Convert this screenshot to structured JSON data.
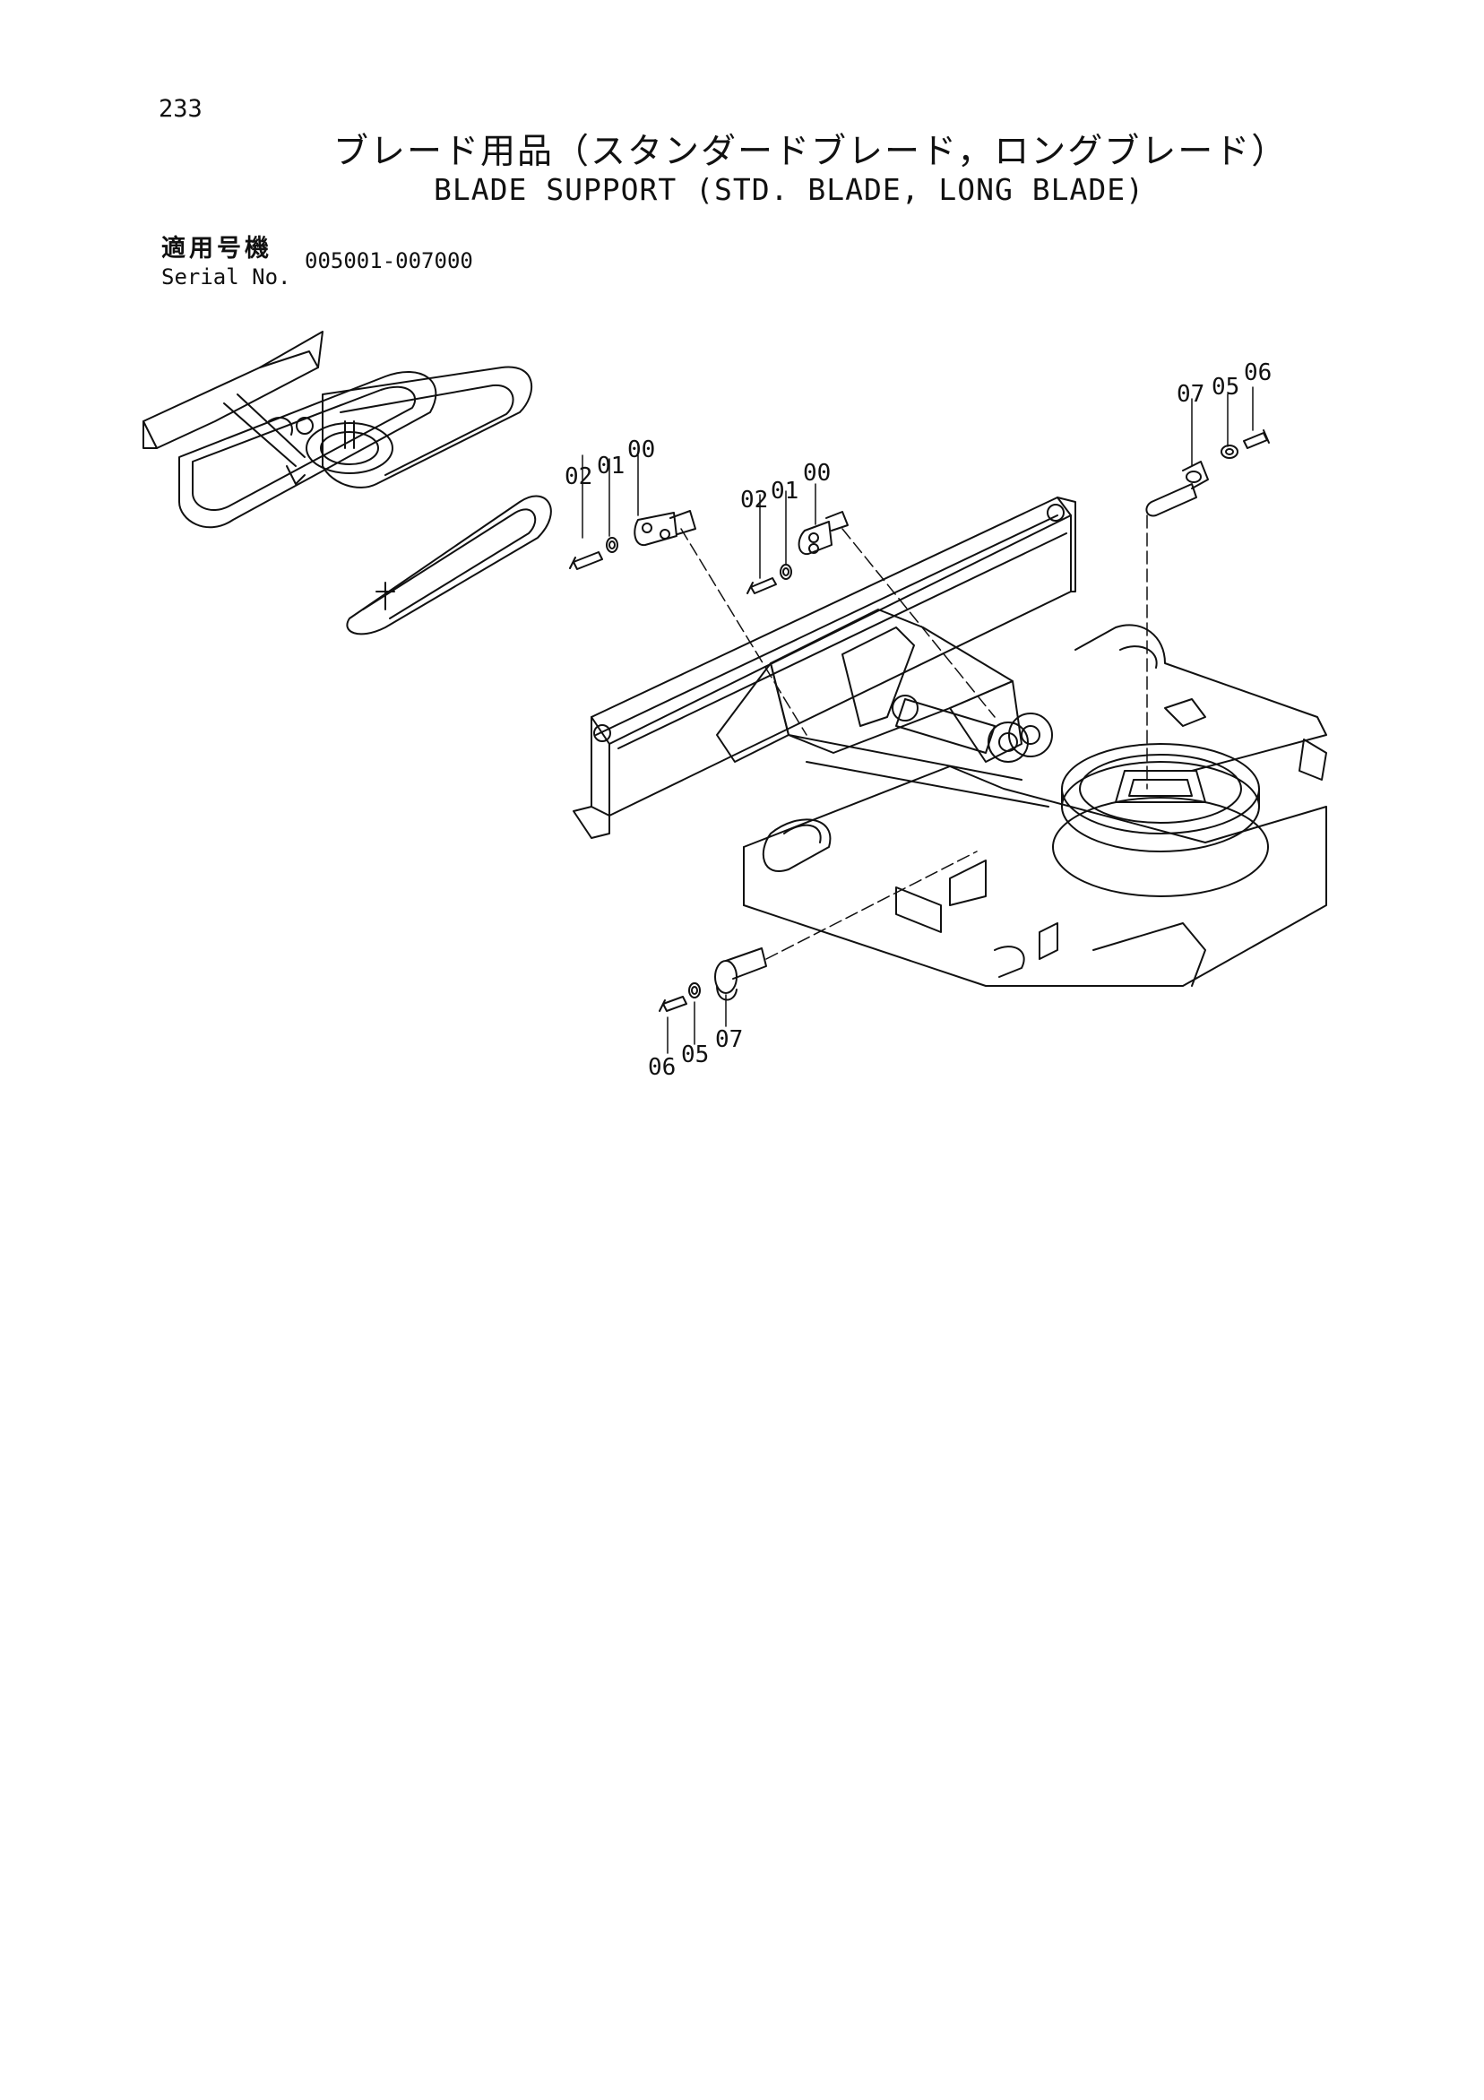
{
  "page_number": "233",
  "title_jp": "ブレード用品（スタンダードブレード，ロングブレード）",
  "title_en": "BLADE SUPPORT (STD. BLADE, LONG BLADE)",
  "serial": {
    "label_jp": "適用号機",
    "label_en": "Serial No.",
    "range": "005001-007000"
  },
  "callouts": {
    "left_group": [
      "02",
      "01",
      "00"
    ],
    "middle_group": [
      "02",
      "01",
      "00"
    ],
    "top_right_group": [
      "07",
      "05",
      "06"
    ],
    "bottom_group": [
      "06",
      "05",
      "07"
    ]
  }
}
